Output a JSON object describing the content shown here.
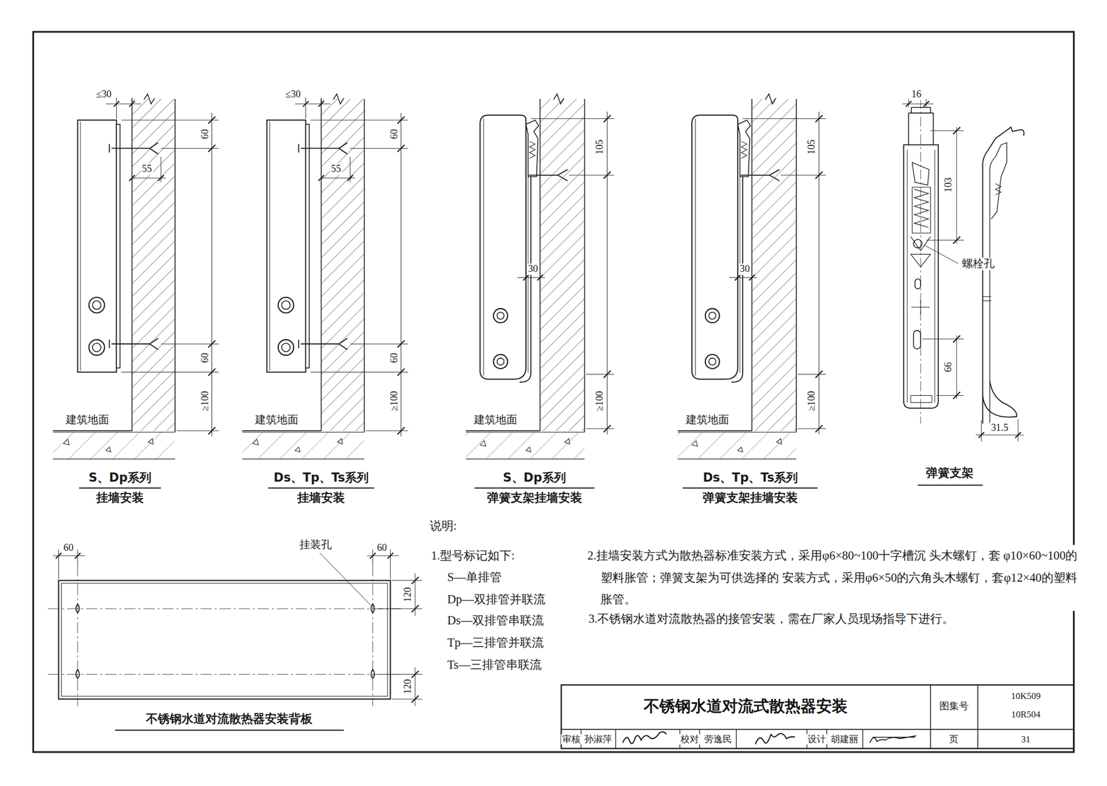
{
  "diagram": {
    "title": "不锈钢水道对流式散热器安装",
    "labels": [
      "≤30",
      "60",
      "55",
      "60",
      "≥100",
      "建筑地面",
      "S、Dp系列",
      "挂墙安装",
      "≤30",
      "60",
      "55",
      "60",
      "≥100",
      "建筑地面",
      "Ds、Tp、Ts系列",
      "挂墙安装",
      "105",
      "30",
      "≥100",
      "建筑地面",
      "S、Dp系列",
      "弹簧支架挂墙安装",
      "105",
      "30",
      "≥100",
      "建筑地面",
      "Ds、Tp、Ts系列",
      "弹簧支架挂墙安装",
      "16",
      "103",
      "螺栓孔",
      "66",
      "31.5",
      "弹簧支架",
      "60",
      "挂装孔",
      "60",
      "120",
      "120",
      "不锈钢水道对流散热器安装背板",
      "说明:",
      "1.型号标记如下:",
      "S—单排管",
      "Dp—双排管并联流",
      "Ds—双排管串联流",
      "Tp—三排管并联流",
      "Ts—三排管串联流",
      "2.挂墙安装方式为散热器标准安装方式，采用φ6×80~100十字槽沉 头木螺钉，套 φ10×60~100的塑料胀管；弹簧支架为可供选择的 安装方式，采用φ6×50的六角头木螺钉，套φ12×40的塑料胀管。",
      "3.不锈钢水道对流散热器的接管安装，需在厂家人员现场指导下进行。",
      "图集号",
      "10K509",
      "10R504",
      "审核",
      "孙淑萍",
      "校对",
      "劳逸民",
      "设计",
      "胡建丽",
      "页",
      "31"
    ]
  }
}
